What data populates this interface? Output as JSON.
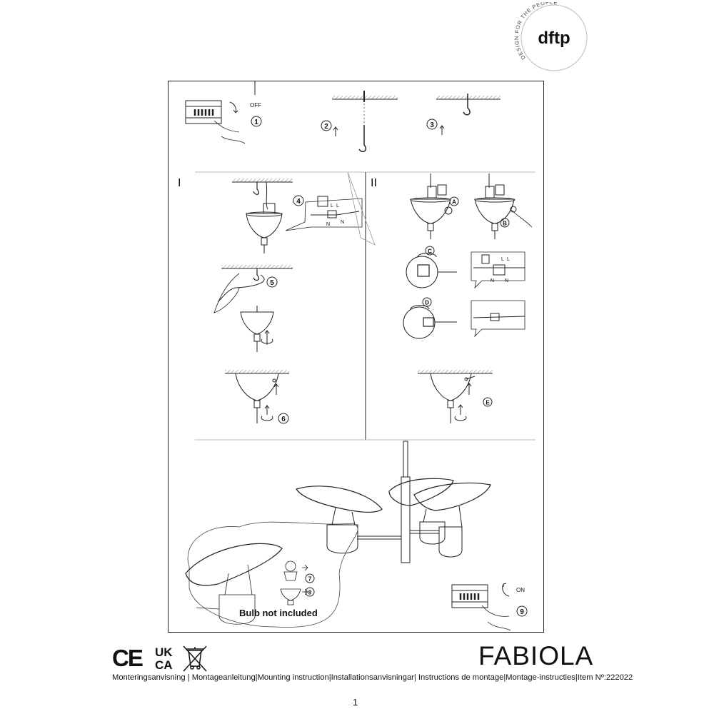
{
  "brand": {
    "logo_text": "dftp",
    "tagline": "DESIGN FOR THE PEOPLE"
  },
  "steps": {
    "s1": "1",
    "s2": "2",
    "s3": "3",
    "s4": "4",
    "s5": "5",
    "s6": "6",
    "s7": "7",
    "s8": "8",
    "s9": "9",
    "a": "A",
    "b": "B",
    "c": "C",
    "d": "D",
    "e": "E"
  },
  "labels": {
    "off": "OFF",
    "on": "ON",
    "section_1": "I",
    "section_2": "II",
    "live": "L",
    "neutral": "N",
    "bulb_note": "Bulb not included"
  },
  "certifications": {
    "ce": "CE",
    "ukca_top": "UK",
    "ukca_bottom": "CA"
  },
  "product": {
    "name": "FABIOLA",
    "footer": "Monteringsanvisning | Montageanleitung|Mounting instruction|Installationsanvisningar| Instructions de montage|Montage-instructies|Item Nº:222022"
  },
  "page": {
    "number": "1"
  }
}
